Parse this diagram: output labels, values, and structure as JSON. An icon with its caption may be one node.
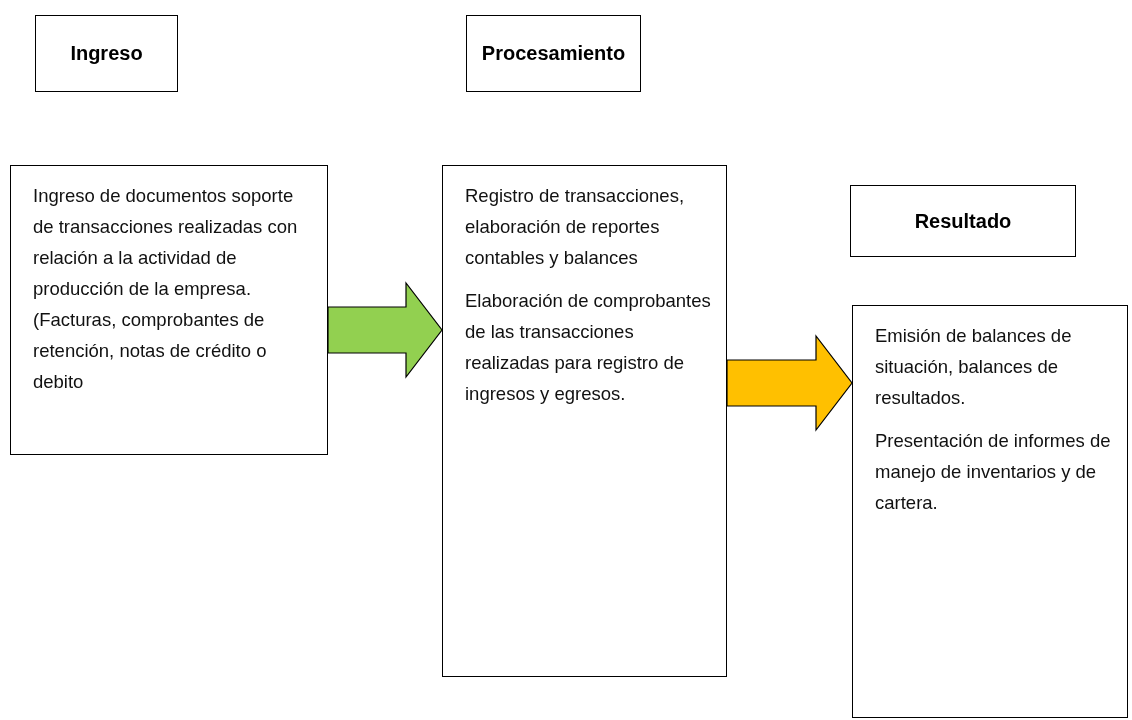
{
  "diagram": {
    "nodes": [
      {
        "text": [
          "Ingreso"
        ]
      },
      {
        "text": [
          "Procesamiento"
        ]
      },
      {
        "text": [
          "Resultado"
        ]
      },
      {
        "text": [
          "Ingreso de documentos soporte de transacciones realizadas con relación a la actividad de producción de la empresa. (Facturas, comprobantes de retención, notas de crédito o debito"
        ]
      },
      {
        "text": [
          "Registro de transacciones, elaboración de reportes contables y balances",
          "Elaboración de comprobantes de las transacciones realizadas para registro de ingresos y egresos."
        ]
      },
      {
        "text": [
          "Emisión de balances de situación, balances de resultados.",
          "Presentación de informes de manejo de inventarios y de cartera."
        ]
      }
    ],
    "edges": [
      {
        "from": 3,
        "to": 4,
        "arrow": "to",
        "style": "thick",
        "color": "#92d050"
      },
      {
        "from": 4,
        "to": 5,
        "arrow": "to",
        "style": "thick",
        "color": "#ffc000"
      }
    ]
  }
}
